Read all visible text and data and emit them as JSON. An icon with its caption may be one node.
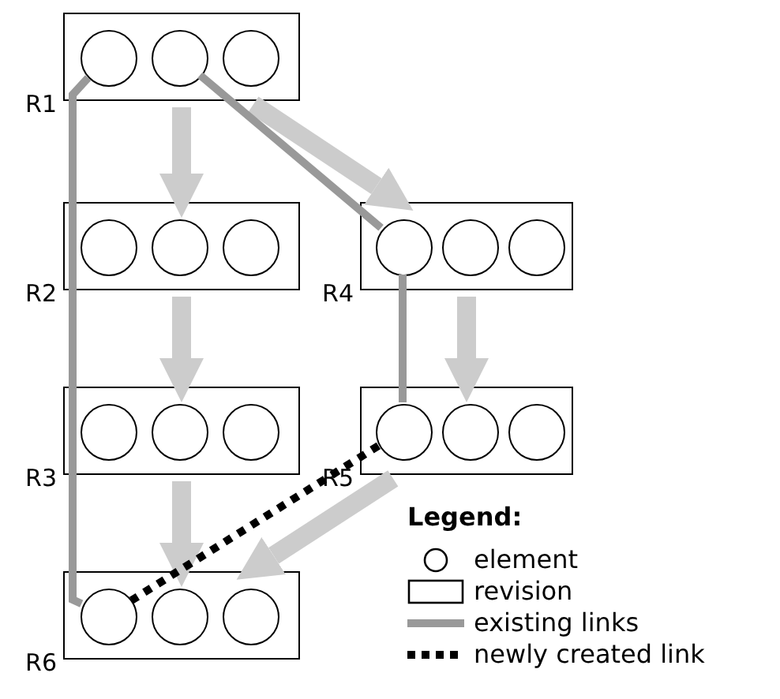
{
  "diagram": {
    "nodes": [
      {
        "text": [
          "R1"
        ]
      },
      {
        "text": [],
        "shape": "circle",
        "in": 0
      },
      {
        "text": [],
        "shape": "circle",
        "in": 0
      },
      {
        "text": [],
        "shape": "circle",
        "in": 0
      },
      {
        "text": [
          "R2"
        ]
      },
      {
        "text": [],
        "shape": "circle",
        "in": 4
      },
      {
        "text": [],
        "shape": "circle",
        "in": 4
      },
      {
        "text": [],
        "shape": "circle",
        "in": 4
      },
      {
        "text": [
          "R4"
        ]
      },
      {
        "text": [],
        "shape": "circle",
        "in": 8
      },
      {
        "text": [],
        "shape": "circle",
        "in": 8
      },
      {
        "text": [],
        "shape": "circle",
        "in": 8
      },
      {
        "text": [
          "R3"
        ]
      },
      {
        "text": [],
        "shape": "circle",
        "in": 12
      },
      {
        "text": [],
        "shape": "circle",
        "in": 12
      },
      {
        "text": [],
        "shape": "circle",
        "in": 12
      },
      {
        "text": [
          "R5"
        ]
      },
      {
        "text": [],
        "shape": "circle",
        "in": 16
      },
      {
        "text": [],
        "shape": "circle",
        "in": 16
      },
      {
        "text": [],
        "shape": "circle",
        "in": 16
      },
      {
        "text": [
          "R6"
        ]
      },
      {
        "text": [],
        "shape": "circle",
        "in": 20
      },
      {
        "text": [],
        "shape": "circle",
        "in": 20
      },
      {
        "text": [],
        "shape": "circle",
        "in": 20
      }
    ],
    "edges": [
      {
        "from": 0,
        "to": 4,
        "arrow": "to",
        "color": "#cccccc"
      },
      {
        "from": 0,
        "to": 8,
        "arrow": "to",
        "color": "#cccccc"
      },
      {
        "from": 4,
        "to": 12,
        "arrow": "to",
        "color": "#cccccc"
      },
      {
        "from": 8,
        "to": 16,
        "arrow": "to",
        "color": "#cccccc"
      },
      {
        "from": 12,
        "to": 20,
        "arrow": "to",
        "color": "#cccccc"
      },
      {
        "from": 16,
        "to": 20,
        "arrow": "to",
        "color": "#cccccc"
      },
      {
        "from": 1,
        "to": 21,
        "arrow": "none",
        "color": "#999999"
      },
      {
        "from": 2,
        "to": 9,
        "arrow": "none",
        "color": "#999999"
      },
      {
        "from": 9,
        "to": 17,
        "arrow": "none",
        "color": "#999999"
      },
      {
        "from": 17,
        "to": 21,
        "arrow": "none",
        "style": "dashed",
        "color": "#000000"
      }
    ],
    "labels": [
      "Legend:"
    ],
    "legend": [
      {
        "text": "element"
      },
      {
        "text": "revision"
      },
      {
        "text": "existing links"
      },
      {
        "text": "newly created link"
      }
    ]
  }
}
